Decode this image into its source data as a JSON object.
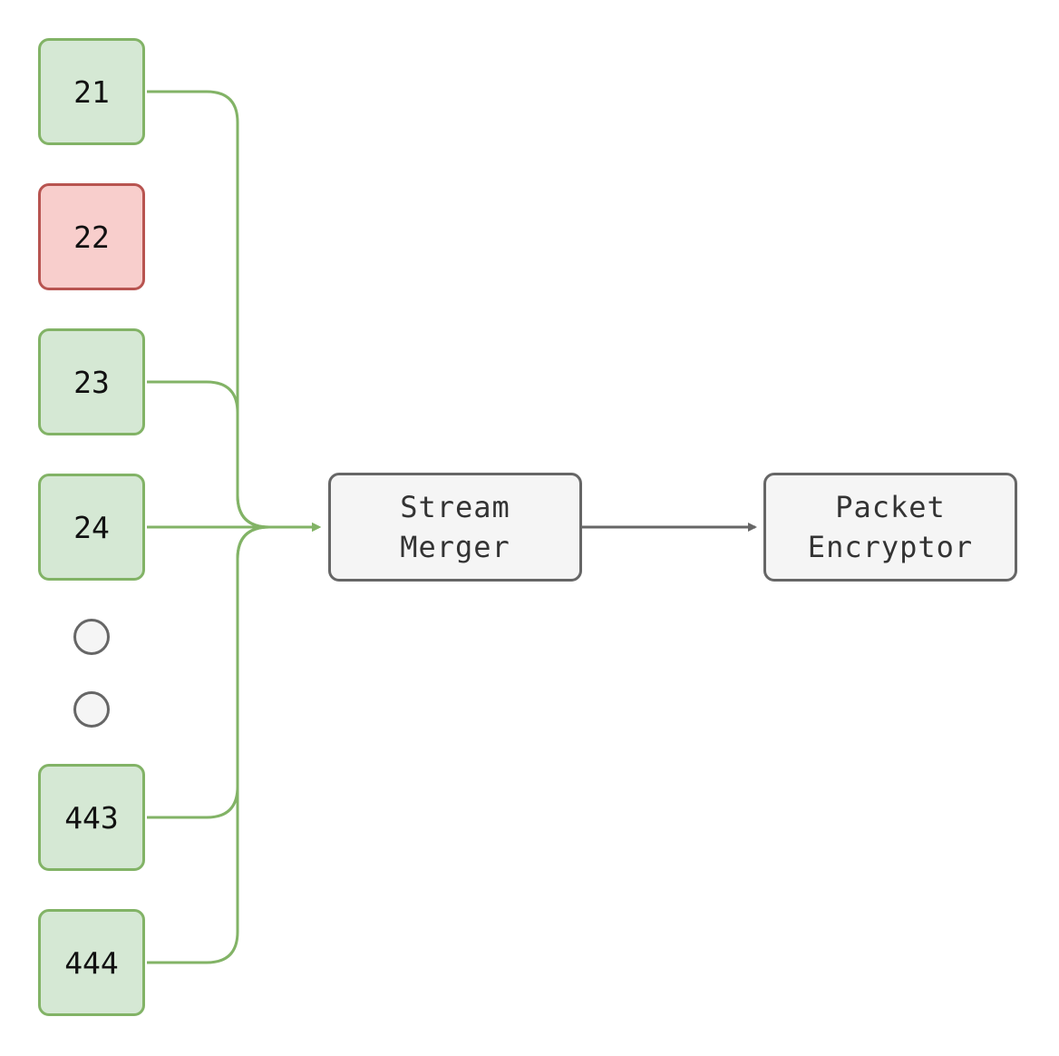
{
  "ports": [
    {
      "label": "21",
      "status": "open"
    },
    {
      "label": "22",
      "status": "blocked"
    },
    {
      "label": "23",
      "status": "open"
    },
    {
      "label": "24",
      "status": "open"
    },
    {
      "label": "443",
      "status": "open"
    },
    {
      "label": "444",
      "status": "open"
    }
  ],
  "stream_merger": {
    "line1": "Stream",
    "line2": "Merger"
  },
  "packet_encryptor": {
    "line1": "Packet",
    "line2": "Encryptor"
  },
  "colors": {
    "open_fill": "#d5e8d4",
    "open_stroke": "#82b366",
    "blocked_fill": "#f8cecc",
    "blocked_stroke": "#b85450",
    "process_fill": "#f5f5f5",
    "process_stroke": "#666666"
  }
}
